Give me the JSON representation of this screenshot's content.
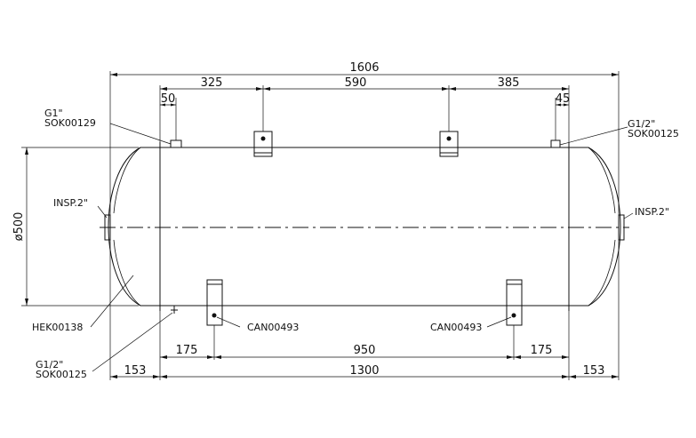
{
  "dimensions": {
    "overall_length": "1606",
    "seg_325": "325",
    "seg_590": "590",
    "seg_385": "385",
    "seg_50": "50",
    "seg_45": "45",
    "diameter": "ø500",
    "bot_175_left": "175",
    "bot_950": "950",
    "bot_175_right": "175",
    "head_153_left": "153",
    "shell_1300": "1300",
    "head_153_right": "153"
  },
  "callouts": {
    "top_left_fitting_line1": "G1\"",
    "top_left_fitting_line2": "SOK00129",
    "top_right_fitting_line1": "G1/2\"",
    "top_right_fitting_line2": "SOK00125",
    "insp_left": "INSP.2\"",
    "insp_right": "INSP.2\"",
    "head_part": "HEK00138",
    "bottom_left_fitting_line1": "G1/2\"",
    "bottom_left_fitting_line2": "SOK00125",
    "saddle_left": "CAN00493",
    "saddle_right": "CAN00493"
  }
}
